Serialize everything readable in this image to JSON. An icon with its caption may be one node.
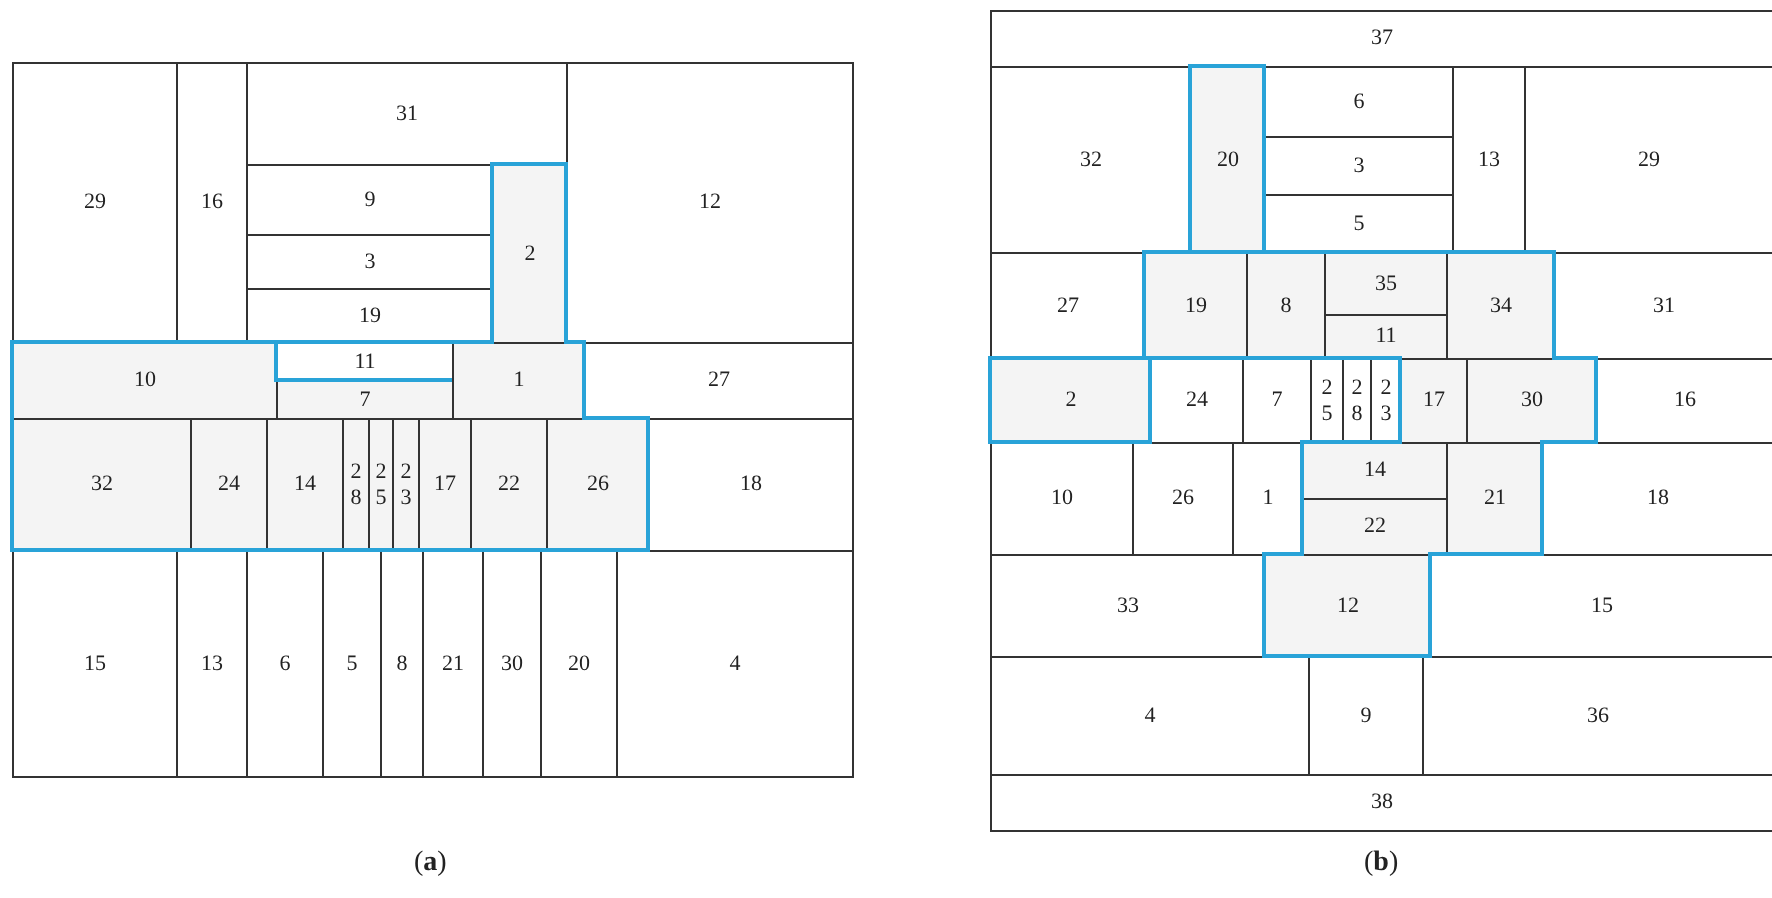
{
  "diagram": {
    "nodes": [
      {
        "text": [
          "29"
        ]
      },
      {
        "text": [
          "16"
        ]
      },
      {
        "text": [
          "31"
        ]
      },
      {
        "text": [
          "12"
        ]
      },
      {
        "text": [
          "9"
        ]
      },
      {
        "text": [
          "2"
        ]
      },
      {
        "text": [
          "3"
        ]
      },
      {
        "text": [
          "19"
        ]
      },
      {
        "text": [
          "10"
        ]
      },
      {
        "text": [
          "11"
        ]
      },
      {
        "text": [
          "1"
        ]
      },
      {
        "text": [
          "27"
        ]
      },
      {
        "text": [
          "7"
        ]
      },
      {
        "text": [
          "32"
        ]
      },
      {
        "text": [
          "24"
        ]
      },
      {
        "text": [
          "14"
        ]
      },
      {
        "text": [
          "28"
        ]
      },
      {
        "text": [
          "25"
        ]
      },
      {
        "text": [
          "23"
        ]
      },
      {
        "text": [
          "17"
        ]
      },
      {
        "text": [
          "22"
        ]
      },
      {
        "text": [
          "26"
        ]
      },
      {
        "text": [
          "18"
        ]
      },
      {
        "text": [
          "15"
        ]
      },
      {
        "text": [
          "13"
        ]
      },
      {
        "text": [
          "6"
        ]
      },
      {
        "text": [
          "5"
        ]
      },
      {
        "text": [
          "8"
        ]
      },
      {
        "text": [
          "21"
        ]
      },
      {
        "text": [
          "30"
        ]
      },
      {
        "text": [
          "20"
        ]
      },
      {
        "text": [
          "4"
        ]
      },
      {
        "text": [
          "37"
        ]
      },
      {
        "text": [
          "32"
        ]
      },
      {
        "text": [
          "20"
        ]
      },
      {
        "text": [
          "6"
        ]
      },
      {
        "text": [
          "13"
        ]
      },
      {
        "text": [
          "29"
        ]
      },
      {
        "text": [
          "3"
        ]
      },
      {
        "text": [
          "5"
        ]
      },
      {
        "text": [
          "27"
        ]
      },
      {
        "text": [
          "19"
        ]
      },
      {
        "text": [
          "8"
        ]
      },
      {
        "text": [
          "35"
        ]
      },
      {
        "text": [
          "34"
        ]
      },
      {
        "text": [
          "31"
        ]
      },
      {
        "text": [
          "11"
        ]
      },
      {
        "text": [
          "2"
        ]
      },
      {
        "text": [
          "24"
        ]
      },
      {
        "text": [
          "7"
        ]
      },
      {
        "text": [
          "25"
        ]
      },
      {
        "text": [
          "28"
        ]
      },
      {
        "text": [
          "23"
        ]
      },
      {
        "text": [
          "17"
        ]
      },
      {
        "text": [
          "30"
        ]
      },
      {
        "text": [
          "16"
        ]
      },
      {
        "text": [
          "10"
        ]
      },
      {
        "text": [
          "26"
        ]
      },
      {
        "text": [
          "1"
        ]
      },
      {
        "text": [
          "14"
        ]
      },
      {
        "text": [
          "21"
        ]
      },
      {
        "text": [
          "18"
        ]
      },
      {
        "text": [
          "22"
        ]
      },
      {
        "text": [
          "33"
        ]
      },
      {
        "text": [
          "12"
        ]
      },
      {
        "text": [
          "15"
        ]
      },
      {
        "text": [
          "4"
        ]
      },
      {
        "text": [
          "9"
        ]
      },
      {
        "text": [
          "36"
        ]
      },
      {
        "text": [
          "38"
        ]
      }
    ],
    "labels": [
      "(**a**)",
      "(**b**)"
    ]
  }
}
